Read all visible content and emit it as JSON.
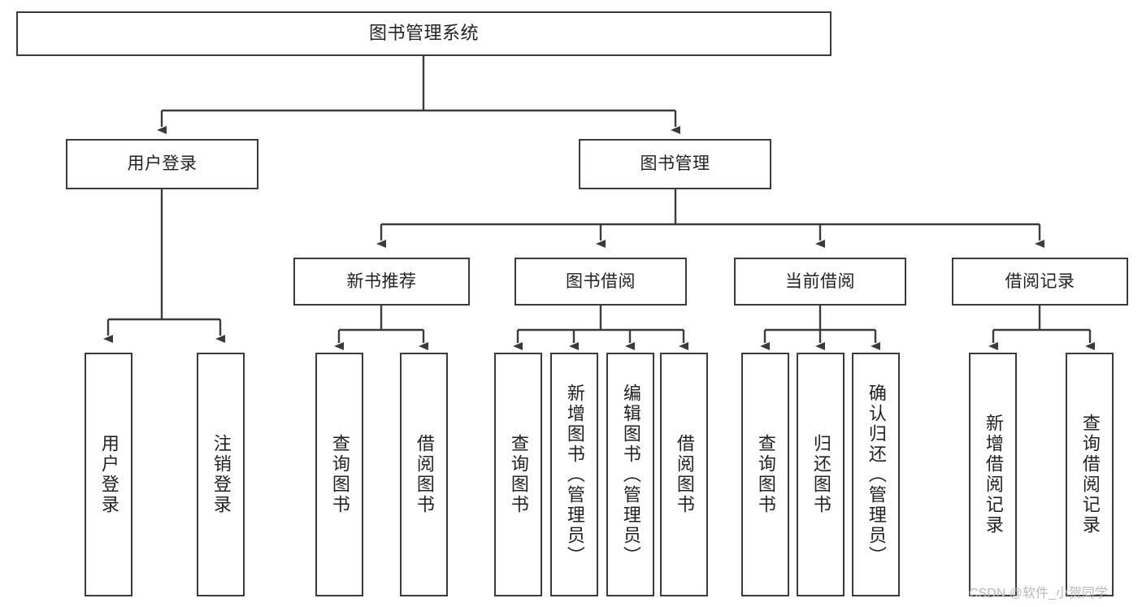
{
  "diagram": {
    "title": "图书管理系统",
    "type": "hierarchy-tree",
    "watermark": "CSDN @软件_小贺同学",
    "colors": {
      "box_border": "#3b3b3b",
      "box_fill": "#ffffff",
      "connector": "#3b3b3b",
      "text": "#222222",
      "watermark": "#b9b9b9"
    },
    "levels": [
      {
        "level": 1,
        "nodes": [
          {
            "id": "root",
            "label": "图书管理系统",
            "orientation": "horizontal"
          }
        ]
      },
      {
        "level": 2,
        "nodes": [
          {
            "id": "user-login",
            "label": "用户登录",
            "orientation": "horizontal"
          },
          {
            "id": "book-manage",
            "label": "图书管理",
            "orientation": "horizontal"
          }
        ]
      },
      {
        "level": 3,
        "nodes": [
          {
            "id": "new-book-rec",
            "label": "新书推荐",
            "orientation": "horizontal"
          },
          {
            "id": "book-borrow",
            "label": "图书借阅",
            "orientation": "horizontal"
          },
          {
            "id": "current-borrow",
            "label": "当前借阅",
            "orientation": "horizontal"
          },
          {
            "id": "borrow-record",
            "label": "借阅记录",
            "orientation": "horizontal"
          }
        ]
      },
      {
        "level": 4,
        "nodes": [
          {
            "id": "leaf-user-login",
            "label": "用户登录",
            "orientation": "vertical",
            "parent": "user-login"
          },
          {
            "id": "leaf-user-logout",
            "label": "注销登录",
            "orientation": "vertical",
            "parent": "user-login"
          },
          {
            "id": "leaf-query-book-1",
            "label": "查询图书",
            "orientation": "vertical",
            "parent": "new-book-rec"
          },
          {
            "id": "leaf-borrow-book-1",
            "label": "借阅图书",
            "orientation": "vertical",
            "parent": "new-book-rec"
          },
          {
            "id": "leaf-query-book-2",
            "label": "查询图书",
            "orientation": "vertical",
            "parent": "book-borrow"
          },
          {
            "id": "leaf-add-book",
            "label": "新增图书（管理员）",
            "orientation": "vertical",
            "parent": "book-borrow"
          },
          {
            "id": "leaf-edit-book",
            "label": "编辑图书（管理员）",
            "orientation": "vertical",
            "parent": "book-borrow"
          },
          {
            "id": "leaf-borrow-book-2",
            "label": "借阅图书",
            "orientation": "vertical",
            "parent": "book-borrow"
          },
          {
            "id": "leaf-query-book-3",
            "label": "查询图书",
            "orientation": "vertical",
            "parent": "current-borrow"
          },
          {
            "id": "leaf-return-book",
            "label": "归还图书",
            "orientation": "vertical",
            "parent": "current-borrow"
          },
          {
            "id": "leaf-confirm-return",
            "label": "确认归还（管理员）",
            "orientation": "vertical",
            "parent": "current-borrow"
          },
          {
            "id": "leaf-add-record",
            "label": "新增借阅记录",
            "orientation": "vertical",
            "parent": "borrow-record"
          },
          {
            "id": "leaf-query-record",
            "label": "查询借阅记录",
            "orientation": "vertical",
            "parent": "borrow-record"
          }
        ]
      }
    ]
  }
}
